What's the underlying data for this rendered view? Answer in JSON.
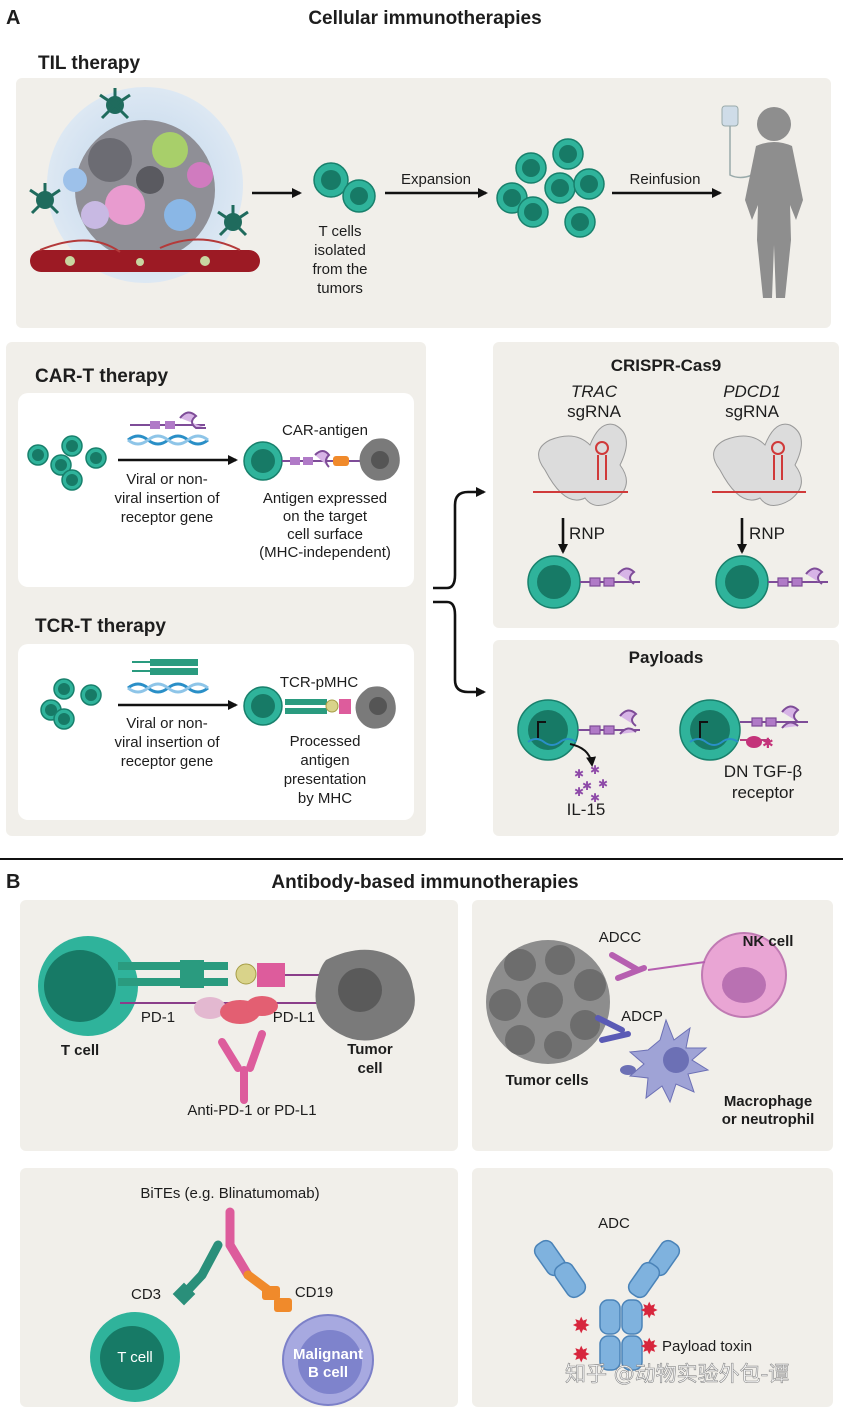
{
  "panel_a": {
    "letter": "A",
    "title": "Cellular immunotherapies",
    "til": {
      "heading": "TIL therapy",
      "isolated_lines": [
        "T cells",
        "isolated",
        "from the",
        "tumors"
      ],
      "expansion": "Expansion",
      "reinfusion": "Reinfusion"
    },
    "car_t": {
      "heading": "CAR-T therapy",
      "insertion_lines": [
        "Viral or non-",
        "viral insertion of",
        "receptor gene"
      ],
      "complex_label": "CAR-antigen",
      "target_lines": [
        "Antigen expressed",
        "on the target",
        "cell surface",
        "(MHC-independent)"
      ]
    },
    "tcr_t": {
      "heading": "TCR-T therapy",
      "insertion_lines": [
        "Viral or non-",
        "viral insertion of",
        "receptor gene"
      ],
      "complex_label": "TCR-pMHC",
      "presentation_lines": [
        "Processed",
        "antigen",
        "presentation",
        "by MHC"
      ]
    },
    "crispr": {
      "heading": "CRISPR-Cas9",
      "left_gene": "TRAC",
      "right_gene": "PDCD1",
      "sgrna": "sgRNA",
      "rnp": "RNP"
    },
    "payloads": {
      "heading": "Payloads",
      "left_label": "IL-15",
      "right_label_lines": [
        "DN TGF-β",
        "receptor"
      ]
    }
  },
  "panel_b": {
    "letter": "B",
    "title": "Antibody-based immunotherapies",
    "checkpoint": {
      "pd1": "PD-1",
      "pdl1": "PD-L1",
      "t_cell": "T cell",
      "tumor_lines": [
        "Tumor",
        "cell"
      ],
      "antibody": "Anti-PD-1 or PD-L1"
    },
    "adcc": {
      "adcc": "ADCC",
      "adcp": "ADCP",
      "nk": "NK cell",
      "tumor_cells": "Tumor cells",
      "macrophage_lines": [
        "Macrophage",
        "or neutrophil"
      ]
    },
    "bite": {
      "title": "BiTEs (e.g. Blinatumomab)",
      "cd3": "CD3",
      "cd19": "CD19",
      "t_cell": "T cell",
      "b_cell_lines": [
        "Malignant",
        "B cell"
      ]
    },
    "adc": {
      "title": "ADC",
      "toxin": "Payload toxin"
    },
    "watermark": "知乎 @动物实验外包-谭"
  },
  "colors": {
    "teal": "#2fb39b",
    "teal_dark": "#177a66",
    "purple": "#b07ac7",
    "pink": "#dd5c9c",
    "gray_tumor": "#6e6e6e",
    "blue_antibody": "#7fb2de",
    "toxin_red": "#d7263d",
    "panel_bg": "#f1efea"
  }
}
